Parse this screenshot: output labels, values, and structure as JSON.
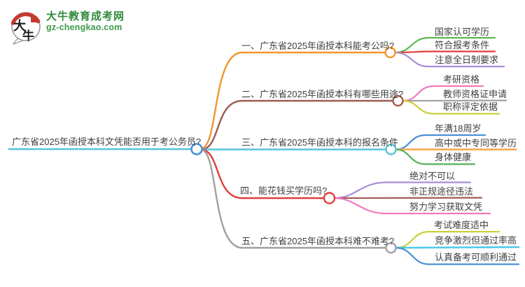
{
  "logo": {
    "icon_char1": "大",
    "icon_char2": "牛",
    "title": "大牛教育成考网",
    "subtitle": "gz-chengkao.com",
    "title_color": "#2e8b3c",
    "subtitle_color": "#3d9a49",
    "seal_color": "#c43a30"
  },
  "mindmap": {
    "root": {
      "label": "广东省2025年函授本科文凭能否用于考公务员?",
      "color": "#56c3da",
      "circle_color": "#4a90d9"
    },
    "branches": [
      {
        "label": "一、广东省2025年函授本科能考公吗?",
        "color": "#f2952d",
        "children": [
          {
            "label": "国家认可学历",
            "color": "#5cb84e"
          },
          {
            "label": "符合报考条件",
            "color": "#e23c3a"
          },
          {
            "label": "注意全日制要求",
            "color": "#aa8dd8"
          }
        ]
      },
      {
        "label": "二、广东省2025年函授本科有哪些用途?",
        "color": "#9e5b52",
        "children": [
          {
            "label": "考研资格",
            "color": "#f279bb"
          },
          {
            "label": "教师资格证申请",
            "color": "#a0a0a0"
          },
          {
            "label": "职称评定依据",
            "color": "#c9cf36"
          }
        ]
      },
      {
        "label": "三、广东省2025年函授本科的报名条件",
        "color": "#56c3da",
        "children": [
          {
            "label": "年满18周岁",
            "color": "#4a90d2"
          },
          {
            "label": "高中或中专同等学历",
            "color": "#f7a54a"
          },
          {
            "label": "身体健康",
            "color": "#55b054"
          }
        ]
      },
      {
        "label": "四、能花钱买学历吗?",
        "color": "#e23c3a",
        "children": [
          {
            "label": "绝对不可以",
            "color": "#aa8dd8"
          },
          {
            "label": "非正规途径违法",
            "color": "#9e5b52"
          },
          {
            "label": "努力学习获取文凭",
            "color": "#f279bb"
          }
        ]
      },
      {
        "label": "五、广东省2025年函授本科难不难考?",
        "color": "#a0a0a0",
        "children": [
          {
            "label": "考试难度适中",
            "color": "#c9cf36"
          },
          {
            "label": "竞争激烈但通过率高",
            "color": "#49c9e9"
          },
          {
            "label": "认真备考可顺利通过",
            "color": "#4a90d2"
          }
        ]
      }
    ]
  }
}
